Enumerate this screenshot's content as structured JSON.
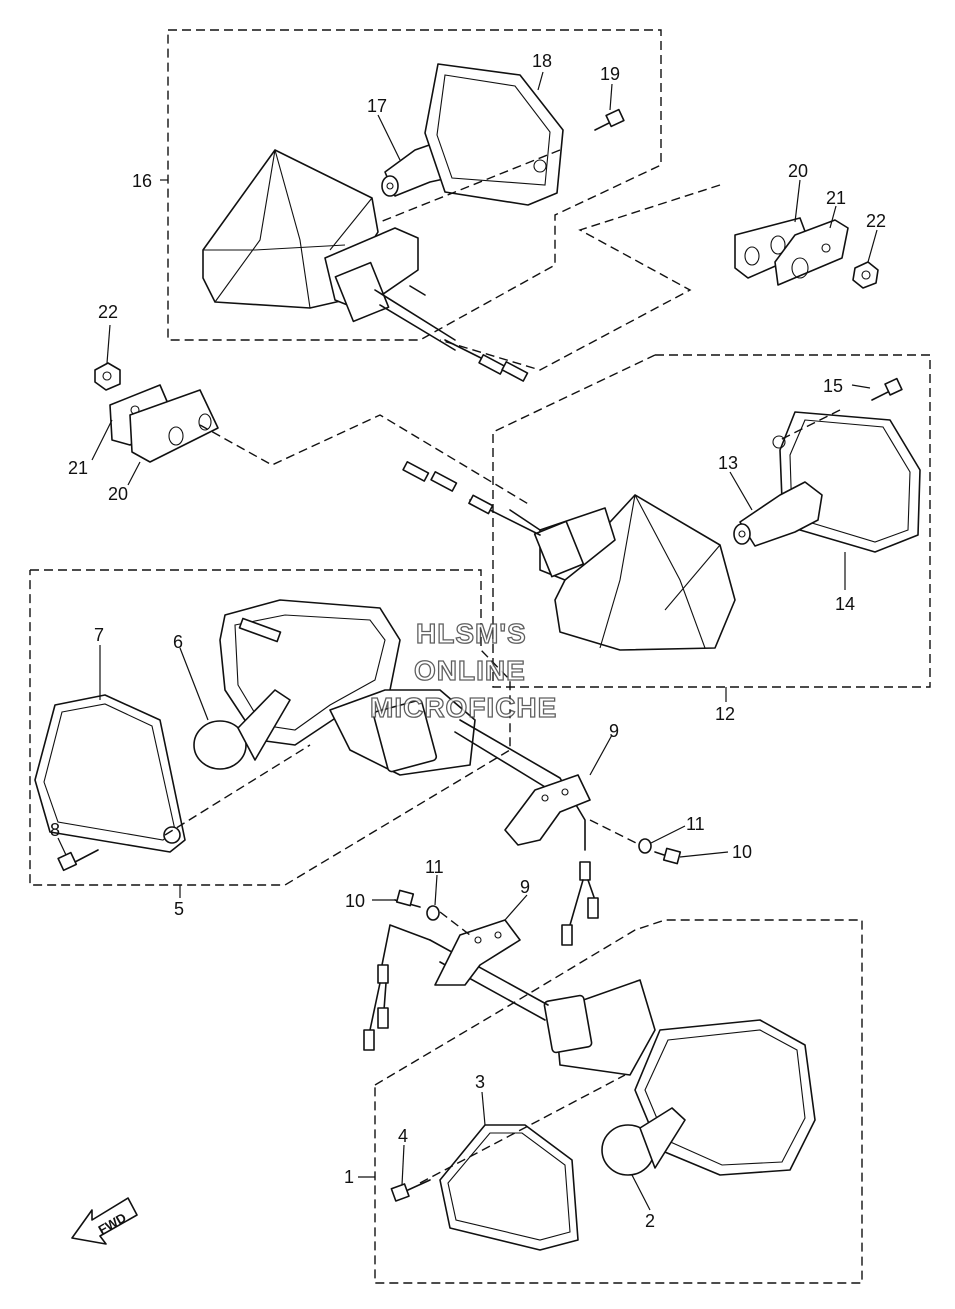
{
  "labels": {
    "p1": "1",
    "p2": "2",
    "p3": "3",
    "p4": "4",
    "p5": "5",
    "p6": "6",
    "p7": "7",
    "p8": "8",
    "p9a": "9",
    "p9b": "9",
    "p10a": "10",
    "p10b": "10",
    "p11a": "11",
    "p11b": "11",
    "p12": "12",
    "p13": "13",
    "p14": "14",
    "p15": "15",
    "p16": "16",
    "p17": "17",
    "p18": "18",
    "p19": "19",
    "p20a": "20",
    "p20b": "20",
    "p21a": "21",
    "p21b": "21",
    "p22a": "22",
    "p22b": "22"
  },
  "watermark": {
    "line1": "HLSM'S",
    "line2": "ONLINE",
    "line3": "MICROFICHE"
  },
  "fwd_arrow": {
    "text": "FWD"
  }
}
